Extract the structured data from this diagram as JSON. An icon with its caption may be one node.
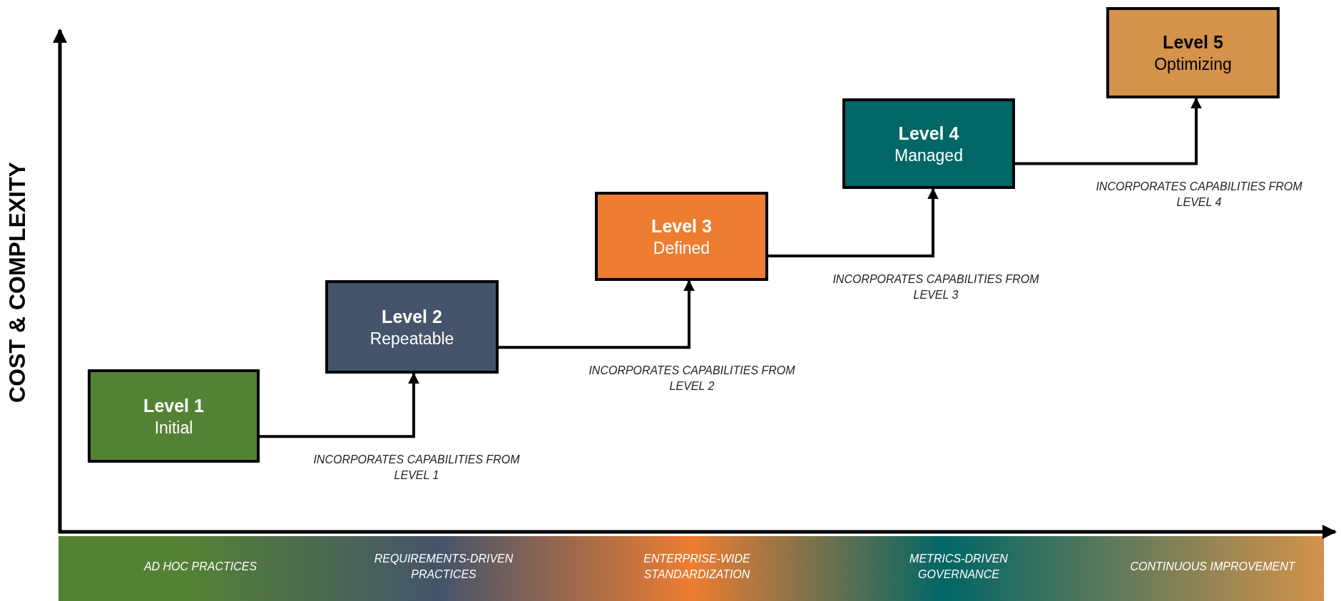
{
  "diagram": {
    "nodes": [
      {
        "text": [
          "Level 1",
          "Initial"
        ]
      },
      {
        "text": [
          "Level 2",
          "Repeatable"
        ]
      },
      {
        "text": [
          "Level 3",
          "Defined"
        ]
      },
      {
        "text": [
          "Level 4",
          "Managed"
        ]
      },
      {
        "text": [
          "Level 5",
          "Optimizing"
        ]
      }
    ],
    "edges": [
      {
        "from": 0,
        "to": 1,
        "arrow": "to",
        "label": "INCORPORATES CAPABILITIES FROM LEVEL 1"
      },
      {
        "from": 1,
        "to": 2,
        "arrow": "to",
        "label": "INCORPORATES CAPABILITIES FROM LEVEL 2"
      },
      {
        "from": 2,
        "to": 3,
        "arrow": "to",
        "label": "INCORPORATES CAPABILITIES FROM LEVEL 3"
      },
      {
        "from": 3,
        "to": 4,
        "arrow": "to",
        "label": "INCORPORATES CAPABILITIES FROM LEVEL 4"
      }
    ],
    "labels": [
      "COST & COMPLEXITY",
      "AD HOC PRACTICES",
      "REQUIREMENTS-DRIVEN PRACTICES",
      "ENTERPRISE-WIDE STANDARDIZATION",
      "METRICS-DRIVEN GOVERNANCE",
      "CONTINUOUS IMPROVEMENT"
    ]
  }
}
